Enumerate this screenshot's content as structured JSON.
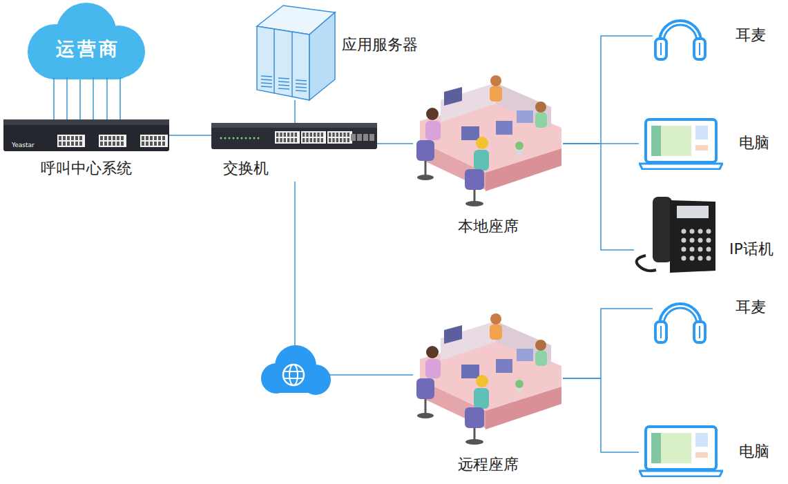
{
  "diagram": {
    "nodes": [
      {
        "text": [
          "运营商"
        ]
      },
      {
        "text": [
          "应用服务器"
        ]
      },
      {
        "text": [
          "呼叫中心系统"
        ]
      },
      {
        "text": [
          "交换机"
        ]
      },
      {
        "text": [
          "本地座席"
        ]
      },
      {
        "text": [
          "耳麦"
        ]
      },
      {
        "text": [
          "电脑"
        ]
      },
      {
        "text": [
          "IP话机"
        ]
      },
      {
        "text": [
          "远程座席"
        ]
      },
      {
        "text": [
          "耳麦"
        ]
      },
      {
        "text": [
          "电脑"
        ]
      }
    ],
    "edges": [
      {
        "from": 0,
        "to": 2,
        "arrow": "none"
      },
      {
        "from": 1,
        "to": 3,
        "arrow": "none"
      },
      {
        "from": 2,
        "to": 3,
        "arrow": "none"
      },
      {
        "from": 3,
        "to": 4,
        "arrow": "none"
      },
      {
        "from": 4,
        "to": 5,
        "arrow": "none"
      },
      {
        "from": 4,
        "to": 6,
        "arrow": "none"
      },
      {
        "from": 4,
        "to": 7,
        "arrow": "none"
      },
      {
        "from": 3,
        "to": 8,
        "arrow": "none"
      },
      {
        "from": 8,
        "to": 9,
        "arrow": "none"
      },
      {
        "from": 8,
        "to": 10,
        "arrow": "none"
      }
    ],
    "labels": [
      "Yeastar"
    ]
  }
}
